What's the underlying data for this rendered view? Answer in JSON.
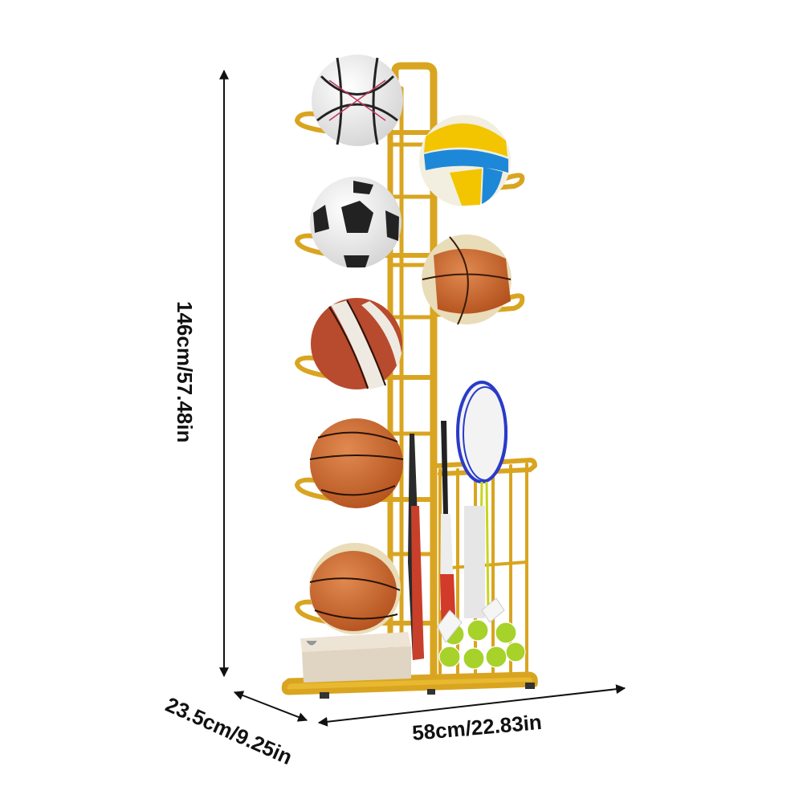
{
  "product": {
    "name": "Sports ball storage rack",
    "frame_color": "#D9A520",
    "items_shown": [
      "soccer ball (white/black/red)",
      "volleyball",
      "soccer ball",
      "basketball",
      "basketball (red/white)",
      "basketball",
      "basketball",
      "baseball bats",
      "badminton rackets",
      "shuttlecock tube",
      "tennis balls",
      "shuttlecocks",
      "shoe box"
    ]
  },
  "dimensions": {
    "height": "146cm/57.48in",
    "depth": "23.5cm/9.25in",
    "width": "58cm/22.83in"
  },
  "colors": {
    "gold": "#D9A520",
    "gold_dark": "#B8860B",
    "basketball": "#C8642C",
    "volleyball_yellow": "#F2C500",
    "volleyball_blue": "#1E88D8",
    "tennis": "#A6D22A",
    "box": "#E6DBCB"
  }
}
